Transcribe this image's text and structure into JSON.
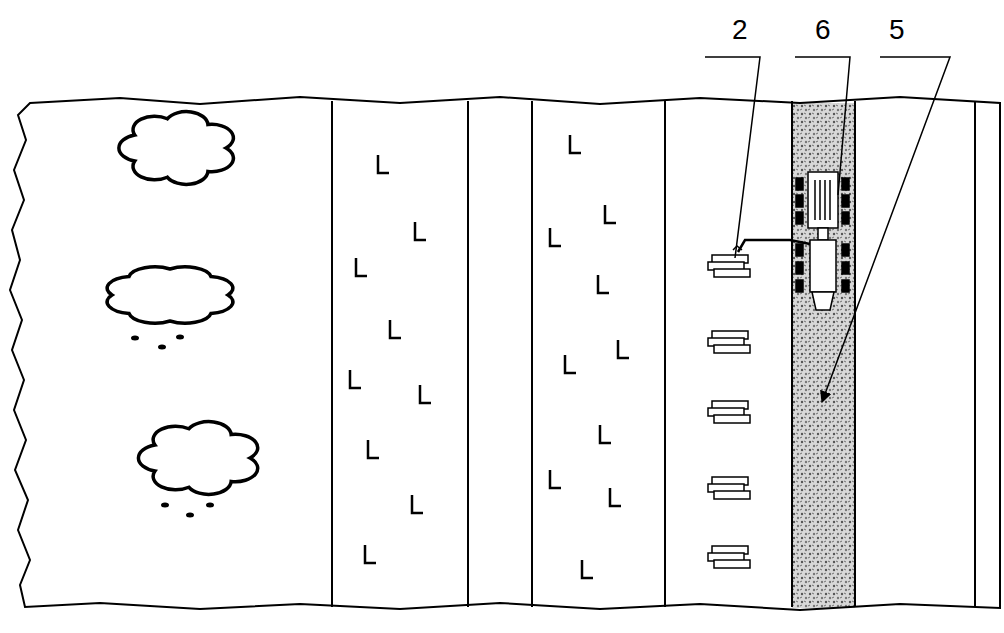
{
  "diagram": {
    "labels": [
      "2",
      "6",
      "5"
    ]
  }
}
